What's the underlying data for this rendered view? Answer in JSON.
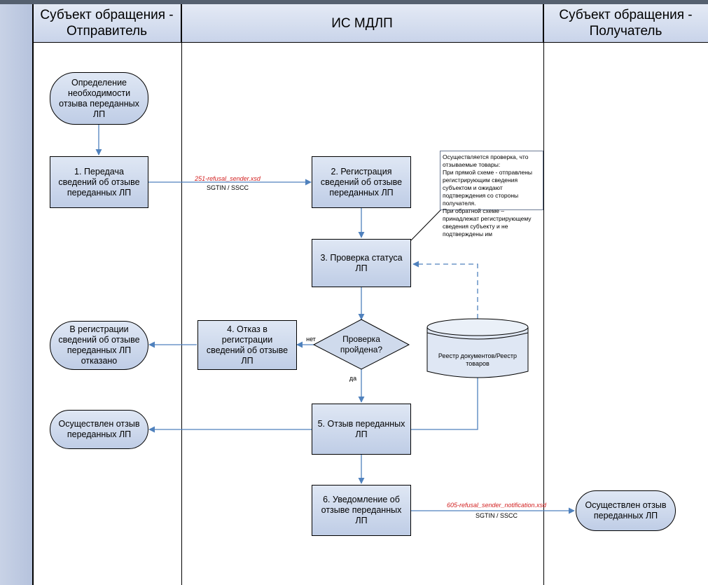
{
  "lanes": {
    "sender": [
      "Субъект обращения -",
      "Отправитель"
    ],
    "system": "ИС МДЛП",
    "receiver": [
      "Субъект обращения -",
      "Получатель"
    ]
  },
  "nodes": {
    "start": "Определение необходимости отзыва переданных ЛП",
    "step1": "1. Передача сведений об отзыве переданных ЛП",
    "step2": "2. Регистрация сведений об отзыве переданных ЛП",
    "step3": "3. Проверка статуса ЛП",
    "decision": "Проверка пройдена?",
    "step4": "4. Отказ в регистрации сведений об отзыве ЛП",
    "refused": "В регистрации сведений об отзыве переданных ЛП отказано",
    "registry": "Реестр документов/Реестр товаров",
    "step5": "5. Отзыв переданных ЛП",
    "done_sender": "Осуществлен отзыв переданных ЛП",
    "step6": "6. Уведомление об отзыве переданных ЛП",
    "done_receiver": "Осуществлен отзыв переданных ЛП"
  },
  "note": "Осуществляется проверка, что отзываемые товары:\nПри прямой схеме - отправлены регистрирующим сведения субъектом и ожидают подтверждения со стороны получателя.\nПри обратной схеме – принадлежат регистрирующему сведения субъекту и не подтверждены им",
  "edge_labels": {
    "msg1_file": "251-refusal_sender.xsd",
    "msg1_ids": "SGTIN / SSCC",
    "no": "нет",
    "yes": "да",
    "msg2_file": "605-refusal_sender_notification.xsd",
    "msg2_ids": "SGTIN / SSCC"
  }
}
